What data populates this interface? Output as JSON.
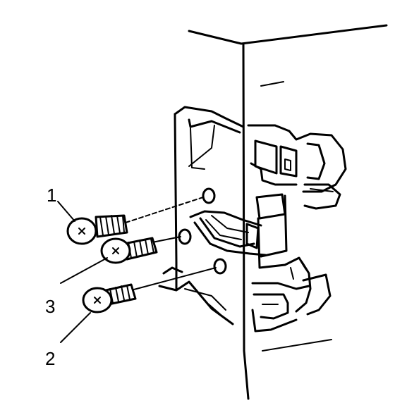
{
  "diagram": {
    "callouts": {
      "one": "1",
      "two": "2",
      "three": "3"
    },
    "colors": {
      "line": "#000000",
      "background": "#ffffff"
    }
  }
}
